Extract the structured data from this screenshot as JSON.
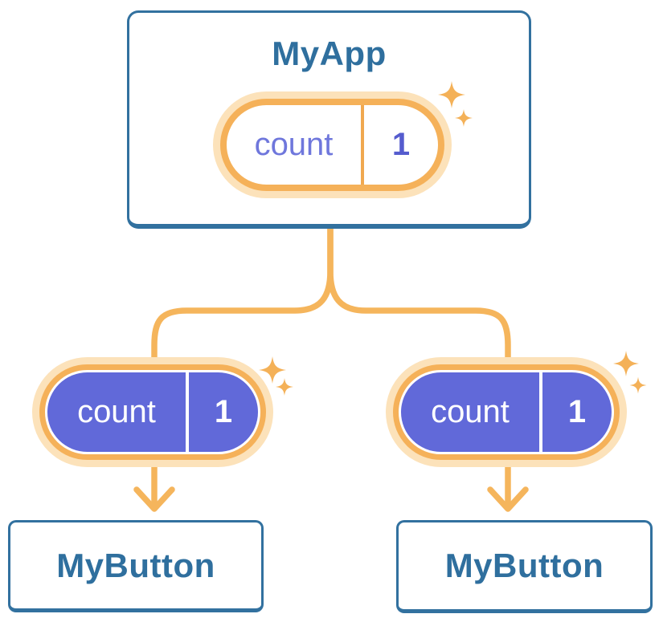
{
  "diagram": {
    "root": {
      "label": "MyApp",
      "state": {
        "name": "count",
        "value": "1"
      }
    },
    "props": [
      {
        "name": "count",
        "value": "1"
      },
      {
        "name": "count",
        "value": "1"
      }
    ],
    "children": [
      {
        "label": "MyButton"
      },
      {
        "label": "MyButton"
      }
    ]
  },
  "colors": {
    "card_border_blue": "#32719F",
    "title_blue": "#2F6F9E",
    "pill_purple": "#6169D9",
    "state_name_purple": "#6F77DC",
    "state_value_purple": "#555CCE",
    "orange_ring": "#F5B159",
    "orange_halo": "#FCE2BA",
    "orange_line": "#F5B55C",
    "sparkle_orange": "#F4B158"
  }
}
